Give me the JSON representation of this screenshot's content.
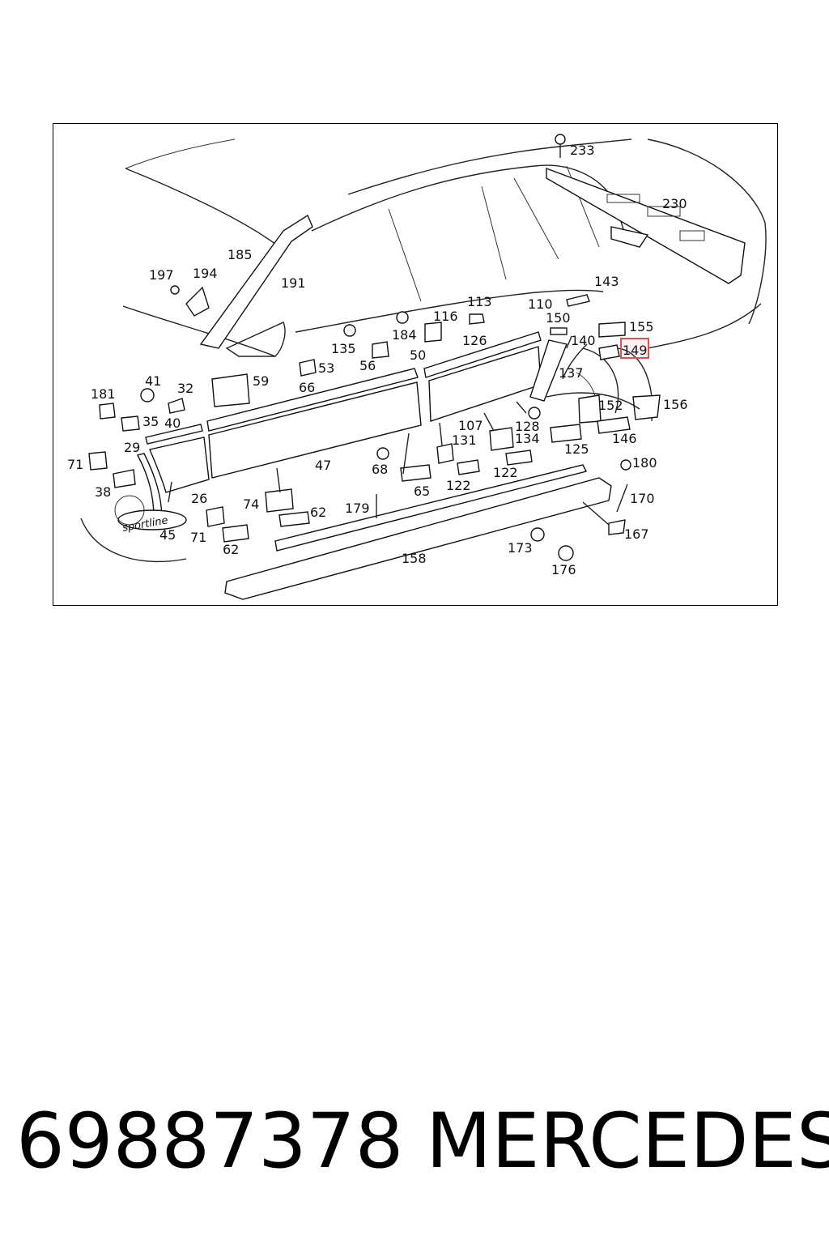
{
  "diagram": {
    "highlighted_part": "149",
    "emblem_text": "sportline",
    "colors": {
      "highlight": "#d9534f",
      "ink": "#111111"
    },
    "callouts": [
      "233",
      "230",
      "143",
      "185",
      "191",
      "197",
      "194",
      "113",
      "116",
      "110",
      "150",
      "155",
      "184",
      "135",
      "126",
      "140",
      "149",
      "53",
      "56",
      "50",
      "137",
      "59",
      "66",
      "181",
      "41",
      "32",
      "152",
      "156",
      "35",
      "40",
      "107",
      "128",
      "134",
      "131",
      "146",
      "29",
      "125",
      "71",
      "180",
      "68",
      "47",
      "65",
      "122",
      "170",
      "38",
      "74",
      "62",
      "179",
      "26",
      "167",
      "45",
      "173",
      "158",
      "176"
    ]
  },
  "footer": {
    "part_number": "69887378",
    "brand": "MERCEDES"
  }
}
